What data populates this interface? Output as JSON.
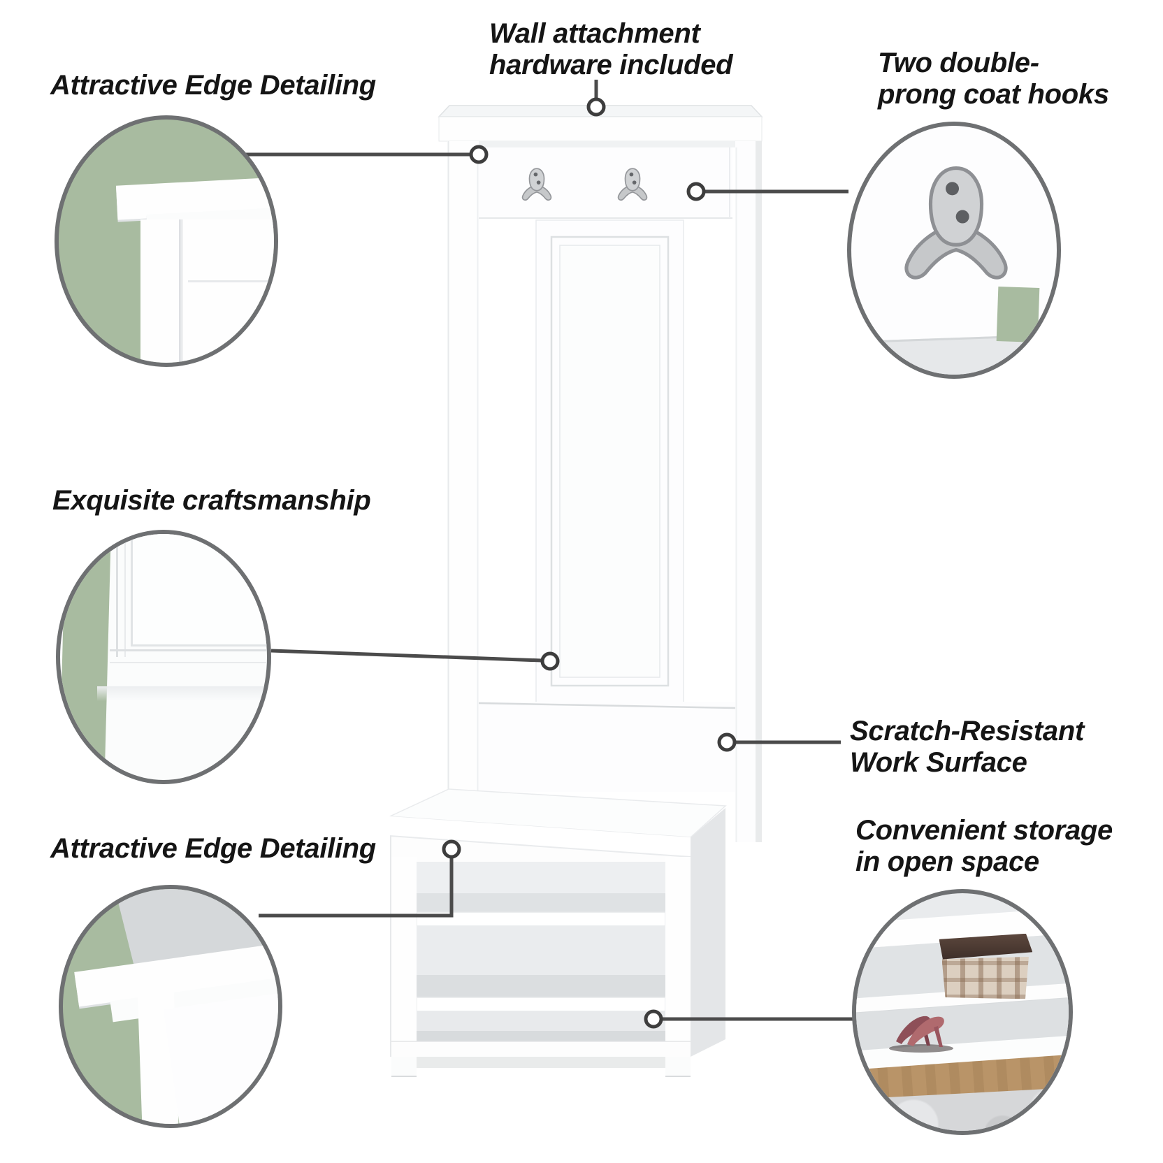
{
  "labels": {
    "top_left": "Attractive Edge Detailing",
    "top_center": "Wall attachment\nhardware included",
    "top_right": "Two double-\nprong coat hooks",
    "mid_left": "Exquisite craftsmanship",
    "right": "Scratch-Resistant\nWork Surface",
    "bottom_left": "Attractive Edge Detailing",
    "bottom_right": "Convenient storage\nin open space"
  },
  "icons": {
    "coat_hook": "double-prong-coat-hook-icon",
    "storage_box": "plaid-storage-box-icon",
    "heels": "high-heel-shoes-icon"
  },
  "colors": {
    "background": "#ffffff",
    "label_text": "#151515",
    "callout_green": "#a8bba0",
    "callout_border": "#6e7072",
    "leader_line": "#4b4b4b",
    "furniture_white": "#fdfdfe",
    "furniture_shadow": "#e4e6e8",
    "hook_silver": "#c6c8ca",
    "box_lid_brown": "#46352d",
    "box_plaid_cream": "#dccfc0",
    "heels_rose": "#a9606a",
    "wood_floor": "#b99468",
    "rug_gray": "#d6d7d9"
  }
}
